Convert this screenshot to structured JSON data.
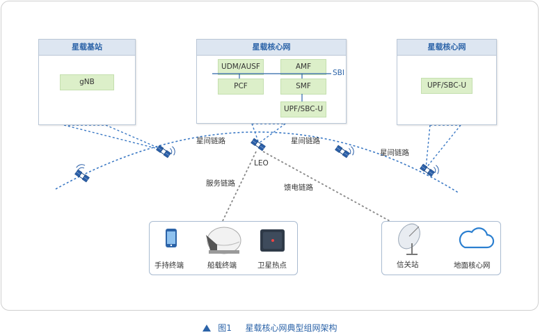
{
  "panels": {
    "gnb_station": {
      "title": "星载基站",
      "nf": "gNB"
    },
    "core_center": {
      "title": "星载核心网",
      "nf": {
        "udm": "UDM/AUSF",
        "amf": "AMF",
        "pcf": "PCF",
        "smf": "SMF",
        "upf": "UPF/SBC-U"
      },
      "bus": "SBI"
    },
    "core_right": {
      "title": "星载核心网",
      "nf": "UPF/SBC-U"
    }
  },
  "links": {
    "isl_1": "星间链路",
    "isl_2": "星间链路",
    "isl_3": "星间链路",
    "leo": "LEO",
    "service": "服务链路",
    "feeder": "馈电链路"
  },
  "terminals": {
    "handheld": "手持终端",
    "shipborne": "船载终端",
    "hotspot": "卫星热点"
  },
  "ground": {
    "gateway": "信关站",
    "core": "地面核心网"
  },
  "caption": {
    "figure": "图1",
    "title": "星载核心网典型组网架构"
  },
  "colors": {
    "accent": "#2b63a8",
    "nf_fill": "#dcefc9",
    "panel_head": "#dde6f1",
    "satellite": "#2b5fa8"
  }
}
